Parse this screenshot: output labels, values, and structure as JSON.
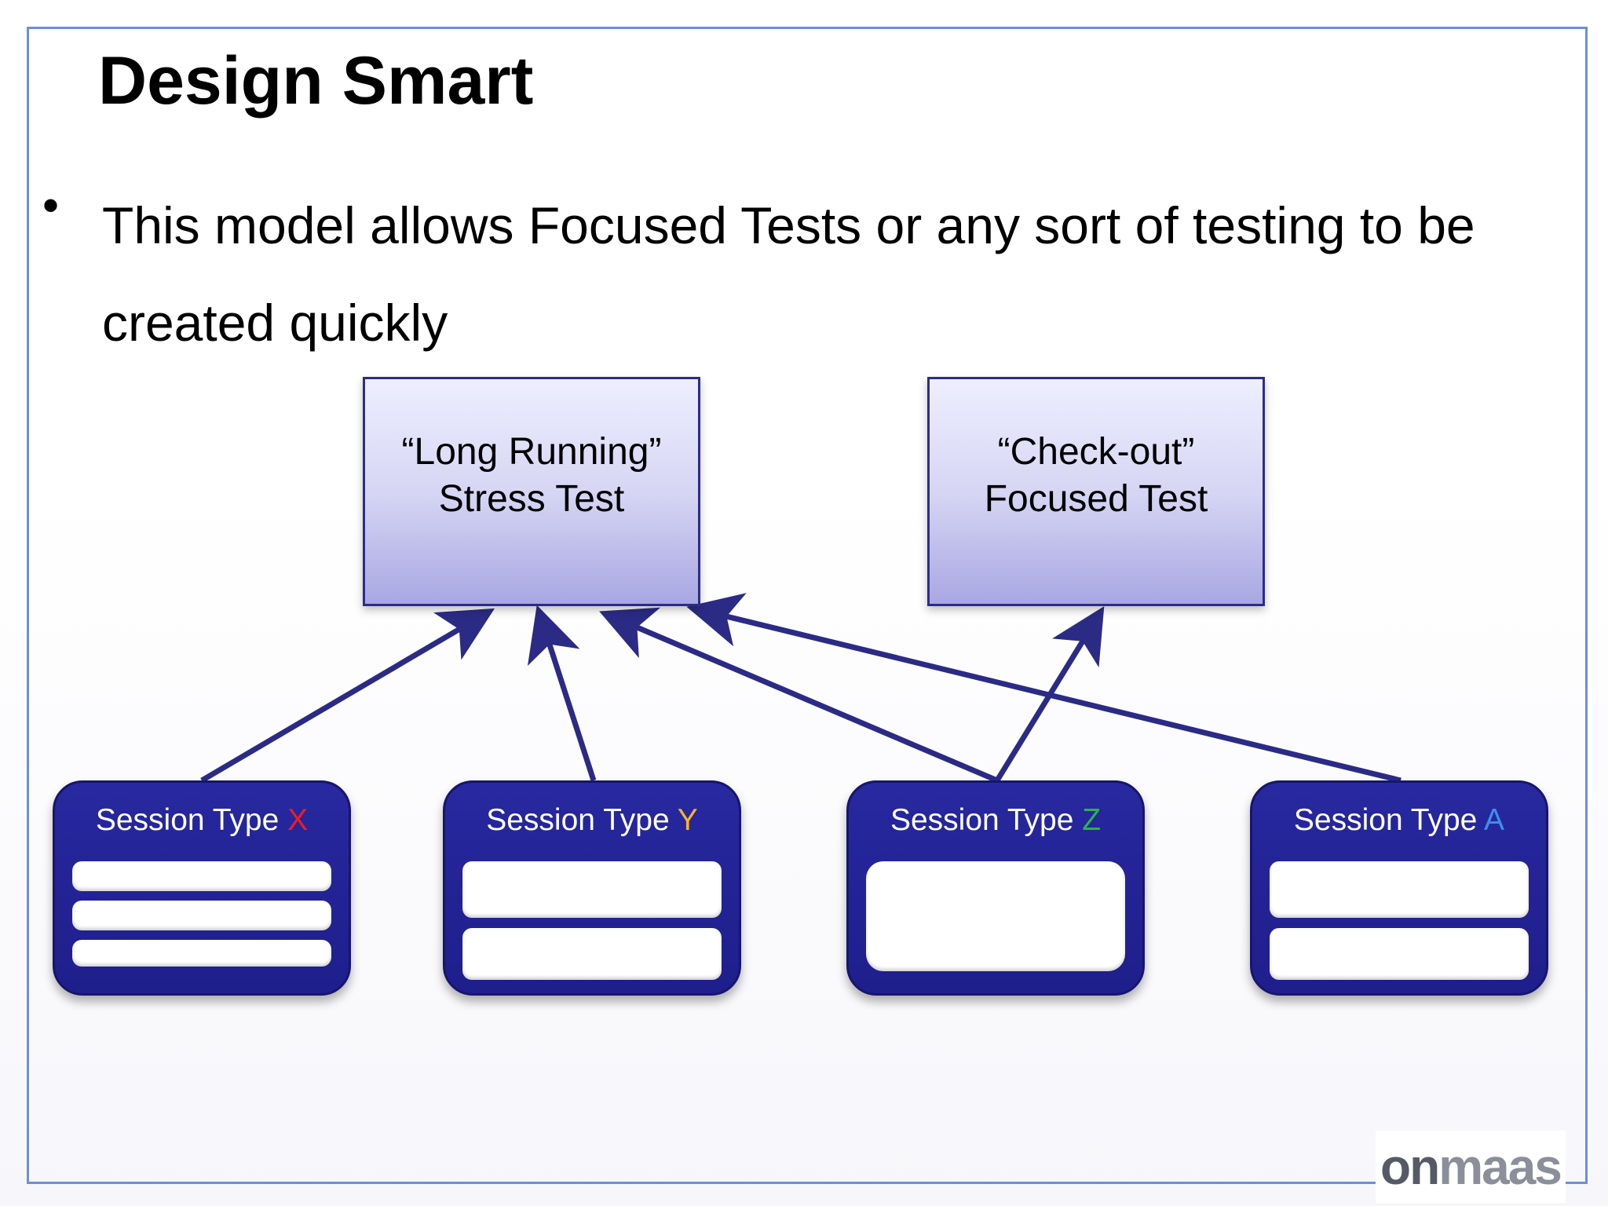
{
  "slide": {
    "title": "Design Smart",
    "bullet_marker": "•",
    "bullet_text": "This model allows Focused Tests or any sort of testing to be created quickly"
  },
  "top_boxes": [
    {
      "line1": "“Long Running”",
      "line2": "Stress Test"
    },
    {
      "line1": "“Check-out”",
      "line2": "Focused Test"
    }
  ],
  "sessions": [
    {
      "label": "Session Type ",
      "letter": "X",
      "letter_color": "#ee1c24",
      "slots": 3
    },
    {
      "label": "Session Type ",
      "letter": "Y",
      "letter_color": "#f7b32b",
      "slots": 2
    },
    {
      "label": "Session Type ",
      "letter": "Z",
      "letter_color": "#2bb24c",
      "slots": 1
    },
    {
      "label": "Session Type ",
      "letter": "A",
      "letter_color": "#3d8fe8",
      "slots": 2
    }
  ],
  "connections": [
    {
      "from": "Session Type X",
      "to": "“Long Running” Stress Test"
    },
    {
      "from": "Session Type Y",
      "to": "“Long Running” Stress Test"
    },
    {
      "from": "Session Type Z",
      "to": "“Long Running” Stress Test"
    },
    {
      "from": "Session Type A",
      "to": "“Long Running” Stress Test"
    },
    {
      "from": "Session Type Z",
      "to": "“Check-out” Focused Test"
    }
  ],
  "colors": {
    "arrow": "#2b2b86",
    "frame": "#6f8fd4",
    "session_fill": "#1e1e8c"
  },
  "logo": {
    "part1": "on",
    "part2": "maas"
  }
}
